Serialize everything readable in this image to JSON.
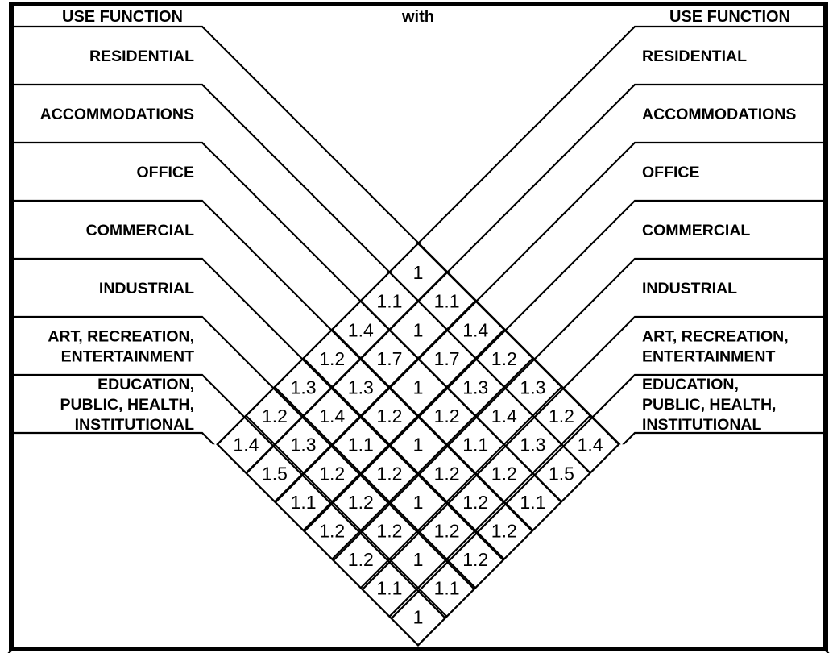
{
  "header": {
    "left_title": "USE FUNCTION",
    "center_title": "with",
    "right_title": "USE FUNCTION"
  },
  "functions": [
    {
      "id": "residential",
      "label": "RESIDENTIAL",
      "lines": [
        "RESIDENTIAL"
      ]
    },
    {
      "id": "accommodations",
      "label": "ACCOMMODATIONS",
      "lines": [
        "ACCOMMODATIONS"
      ]
    },
    {
      "id": "office",
      "label": "OFFICE",
      "lines": [
        "OFFICE"
      ]
    },
    {
      "id": "commercial",
      "label": "COMMERCIAL",
      "lines": [
        "COMMERCIAL"
      ]
    },
    {
      "id": "industrial",
      "label": "INDUSTRIAL",
      "lines": [
        "INDUSTRIAL"
      ]
    },
    {
      "id": "art",
      "label": "ART, RECREATION, ENTERTAINMENT",
      "lines": [
        "ART, RECREATION,",
        "ENTERTAINMENT"
      ]
    },
    {
      "id": "education",
      "label": "EDUCATION, PUBLIC, HEALTH, INSTITUTIONAL",
      "lines": [
        "EDUCATION,",
        "PUBLIC, HEALTH,",
        "INSTITUTIONAL"
      ]
    }
  ],
  "left_labels": [
    "RESIDENTIAL",
    "ACCOMMODATIONS",
    "OFFICE",
    "COMMERCIAL",
    "INDUSTRIAL",
    "ART, RECREATION,|ENTERTAINMENT",
    "EDUCATION,|PUBLIC, HEALTH,|INSTITUTIONAL"
  ],
  "right_labels": [
    "RESIDENTIAL",
    "ACCOMMODATIONS",
    "OFFICE",
    "COMMERCIAL",
    "INDUSTRIAL",
    "ART, RECREATION,|ENTERTAINMENT",
    "EDUCATION,|PUBLIC, HEALTH,|INSTITUTIONAL"
  ],
  "colors": {
    "line": "#000000",
    "text": "#000000",
    "background": "#ffffff"
  },
  "chart_data": {
    "type": "heatmap",
    "title": "USE FUNCTION with USE FUNCTION",
    "subtitle": "Diagonal (roof) relationship matrix of use-function compatibility factors",
    "xlabel": "USE FUNCTION",
    "ylabel": "USE FUNCTION",
    "grid": true,
    "legend": "none",
    "categories": [
      "RESIDENTIAL",
      "ACCOMMODATIONS",
      "OFFICE",
      "COMMERCIAL",
      "INDUSTRIAL",
      "ART, RECREATION, ENTERTAINMENT",
      "EDUCATION, PUBLIC, HEALTH, INSTITUTIONAL"
    ],
    "value_range": [
      1,
      1.7
    ],
    "note": "matrix[i][j] is the factor between category i and category j; symmetric, includes diagonal self-values.",
    "matrix": [
      [
        "1",
        "1.1",
        "1.4",
        "1.2",
        "1.3",
        "1.2",
        "1.4"
      ],
      [
        "1.1",
        "1",
        "1.7",
        "1.3",
        "1.4",
        "1.3",
        "1.5"
      ],
      [
        "1.4",
        "1.7",
        "1",
        "1.2",
        "1.1",
        "1.2",
        "1.1"
      ],
      [
        "1.2",
        "1.3",
        "1.2",
        "1",
        "1.2",
        "1.2",
        "1.2"
      ],
      [
        "1.3",
        "1.4",
        "1.1",
        "1.2",
        "1",
        "1.1",
        "1.2"
      ],
      [
        "1.2",
        "1.3",
        "1.2",
        "1.2",
        "1.1",
        "1",
        "1.1"
      ],
      [
        "1.4",
        "1.5",
        "1.1",
        "1.2",
        "1.2",
        "1.1",
        "1"
      ]
    ],
    "diagonal_rows": [
      {
        "row": 0,
        "values": [
          "1"
        ]
      },
      {
        "row": 1,
        "values": [
          "1.1",
          "1.1"
        ]
      },
      {
        "row": 2,
        "values": [
          "1.4",
          "1",
          "1.4"
        ]
      },
      {
        "row": 3,
        "values": [
          "1.2",
          "1.7",
          "1.7",
          "1.2"
        ]
      },
      {
        "row": 4,
        "values": [
          "1.3",
          "1.3",
          "1",
          "1.3",
          "1.3"
        ]
      },
      {
        "row": 5,
        "values": [
          "1.2",
          "1.4",
          "1.2",
          "1.2",
          "1.4",
          "1.2"
        ]
      },
      {
        "row": 6,
        "values": [
          "1.4",
          "1.3",
          "1.1",
          "1",
          "1.1",
          "1.3",
          "1.4"
        ]
      },
      {
        "row": 7,
        "values": [
          "1.5",
          "1.2",
          "1.2",
          "1.2",
          "1.2",
          "1.5"
        ]
      },
      {
        "row": 8,
        "values": [
          "1.1",
          "1.2",
          "1",
          "1.2",
          "1.1"
        ]
      },
      {
        "row": 9,
        "values": [
          "1.2",
          "1.2",
          "1.2",
          "1.2"
        ]
      },
      {
        "row": 10,
        "values": [
          "1.2",
          "1",
          "1.2"
        ]
      },
      {
        "row": 11,
        "values": [
          "1.1",
          "1.1"
        ]
      },
      {
        "row": 12,
        "values": [
          "1"
        ]
      }
    ]
  }
}
